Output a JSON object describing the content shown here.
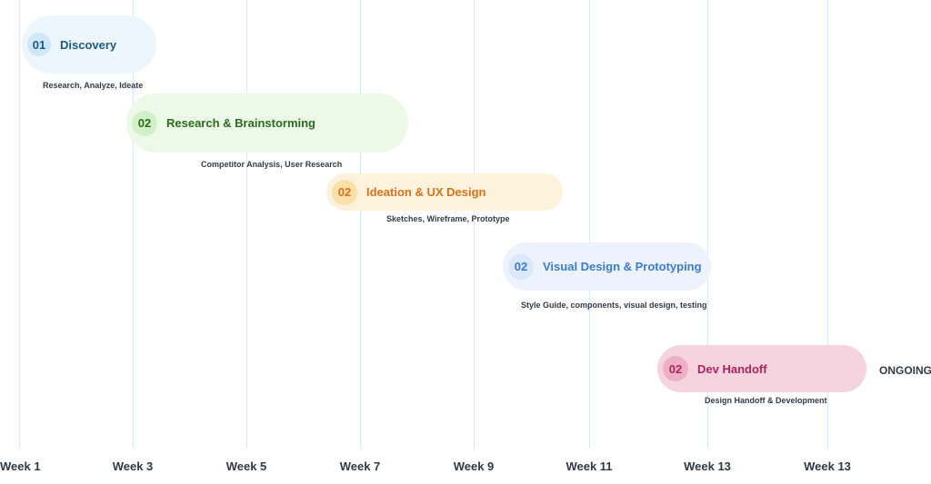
{
  "weeks": [
    "Week 1",
    "Week 3",
    "Week 5",
    "Week 7",
    "Week 9",
    "Week 11",
    "Week 13",
    "Week 13"
  ],
  "phases": [
    {
      "num": "01",
      "title": "Discovery",
      "subtitle": "Research, Analyze, Ideate",
      "color": "#1c5a86",
      "bg": "#eef6fd",
      "badge": "#cfe7f9"
    },
    {
      "num": "02",
      "title": "Research & Brainstorming",
      "subtitle": "Competitor Analysis, User Research",
      "color": "#2c6b1e",
      "bg": "#ebf9e6",
      "badge": "#d3f1c8"
    },
    {
      "num": "02",
      "title": "Ideation & UX Design",
      "subtitle": "Sketches, Wireframe, Prototype",
      "color": "#d9721c",
      "bg": "#fdf2dc",
      "badge": "#fbdfa8"
    },
    {
      "num": "02",
      "title": "Visual Design & Prototyping",
      "subtitle": "Style Guide, components, visual design, testing",
      "color": "#3a7bd5",
      "bg": "#edf3fc",
      "badge": "#dbe7fa"
    },
    {
      "num": "02",
      "title": "Dev Handoff",
      "subtitle": "Design Handoff & Development",
      "color": "#b0245c",
      "bg": "#f5d3df",
      "badge": "#eeb0c6"
    }
  ],
  "status": "ONGOING"
}
